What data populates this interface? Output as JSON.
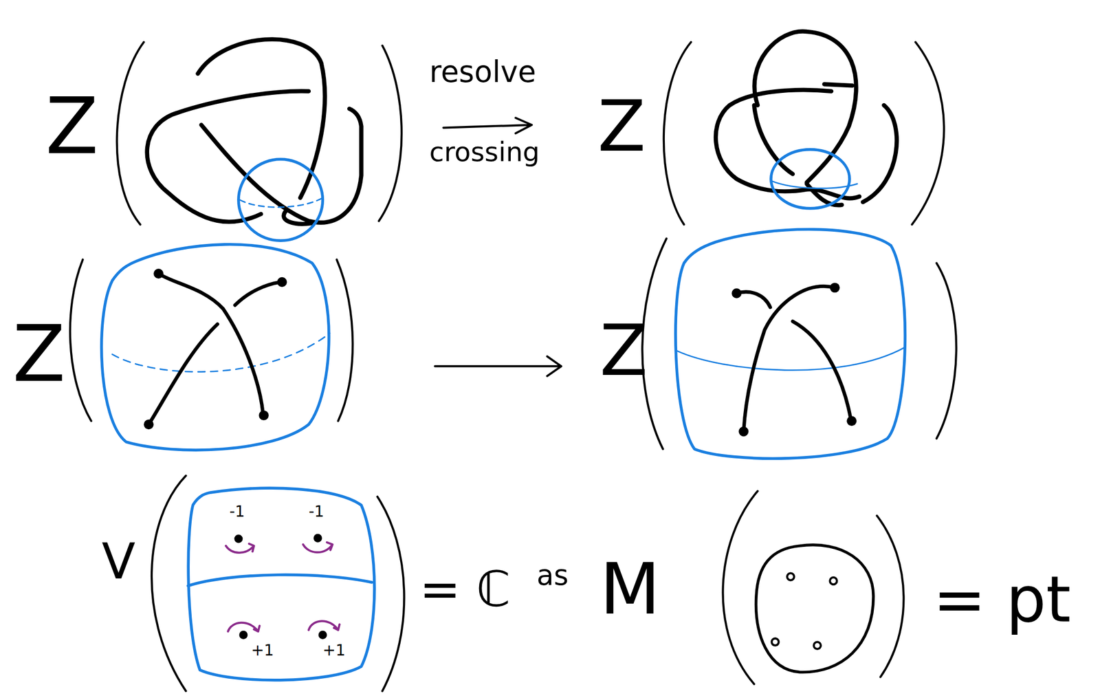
{
  "diagram": {
    "labels": [
      "Z",
      "resolve",
      "crossing",
      "Z",
      "Z",
      "Z",
      "V",
      "-1",
      "-1",
      "+1",
      "+1",
      "= ℂ",
      "as",
      "M",
      "= pt"
    ]
  }
}
